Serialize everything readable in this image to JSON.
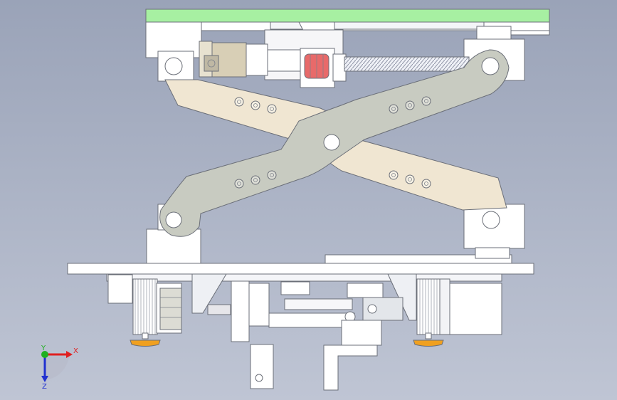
{
  "view": {
    "background_top": "#9aa3b8",
    "background_bottom": "#bfc5d4"
  },
  "colors": {
    "top_plate": "#a7f0a2",
    "frame": "#ffffff",
    "outline": "#6b6f78",
    "arm_front": "#c8cbc1",
    "arm_back": "#f0e6d2",
    "coupling": "#e86a6a",
    "foot_pad": "#f0a020",
    "motor_body": "#dcdcd4"
  },
  "triad": {
    "x_label": "X",
    "y_label": "Y",
    "z_label": "Z",
    "x_color": "#e02020",
    "y_color": "#20b020",
    "z_color": "#2030d0",
    "x_icon": "axis-arrow-x",
    "y_icon": "axis-origin-y",
    "z_icon": "axis-arrow-z"
  }
}
